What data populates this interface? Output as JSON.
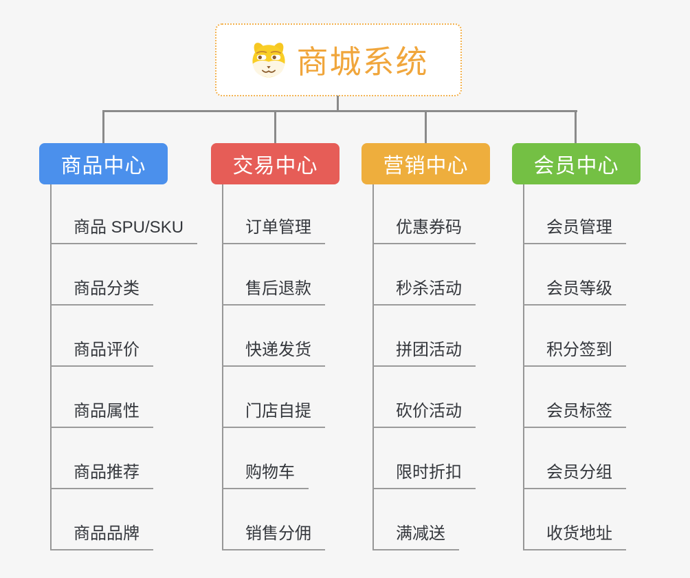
{
  "page": {
    "background_color": "#f6f6f6",
    "connector_color": "#8a8a8a"
  },
  "root": {
    "title": "商城系统",
    "icon": "shiba-dog-icon",
    "text_color": "#f0a63c",
    "border_color": "#f3b14c"
  },
  "branches": [
    {
      "label": "商品中心",
      "color": "#4b90ec",
      "items": [
        "商品 SPU/SKU",
        "商品分类",
        "商品评价",
        "商品属性",
        "商品推荐",
        "商品品牌"
      ]
    },
    {
      "label": "交易中心",
      "color": "#e65d57",
      "items": [
        "订单管理",
        "售后退款",
        "快递发货",
        "门店自提",
        "购物车",
        "销售分佣"
      ]
    },
    {
      "label": "营销中心",
      "color": "#eeae3d",
      "items": [
        "优惠券码",
        "秒杀活动",
        "拼团活动",
        "砍价活动",
        "限时折扣",
        "满减送"
      ]
    },
    {
      "label": "会员中心",
      "color": "#74c044",
      "items": [
        "会员管理",
        "会员等级",
        "积分签到",
        "会员标签",
        "会员分组",
        "收货地址"
      ]
    }
  ]
}
